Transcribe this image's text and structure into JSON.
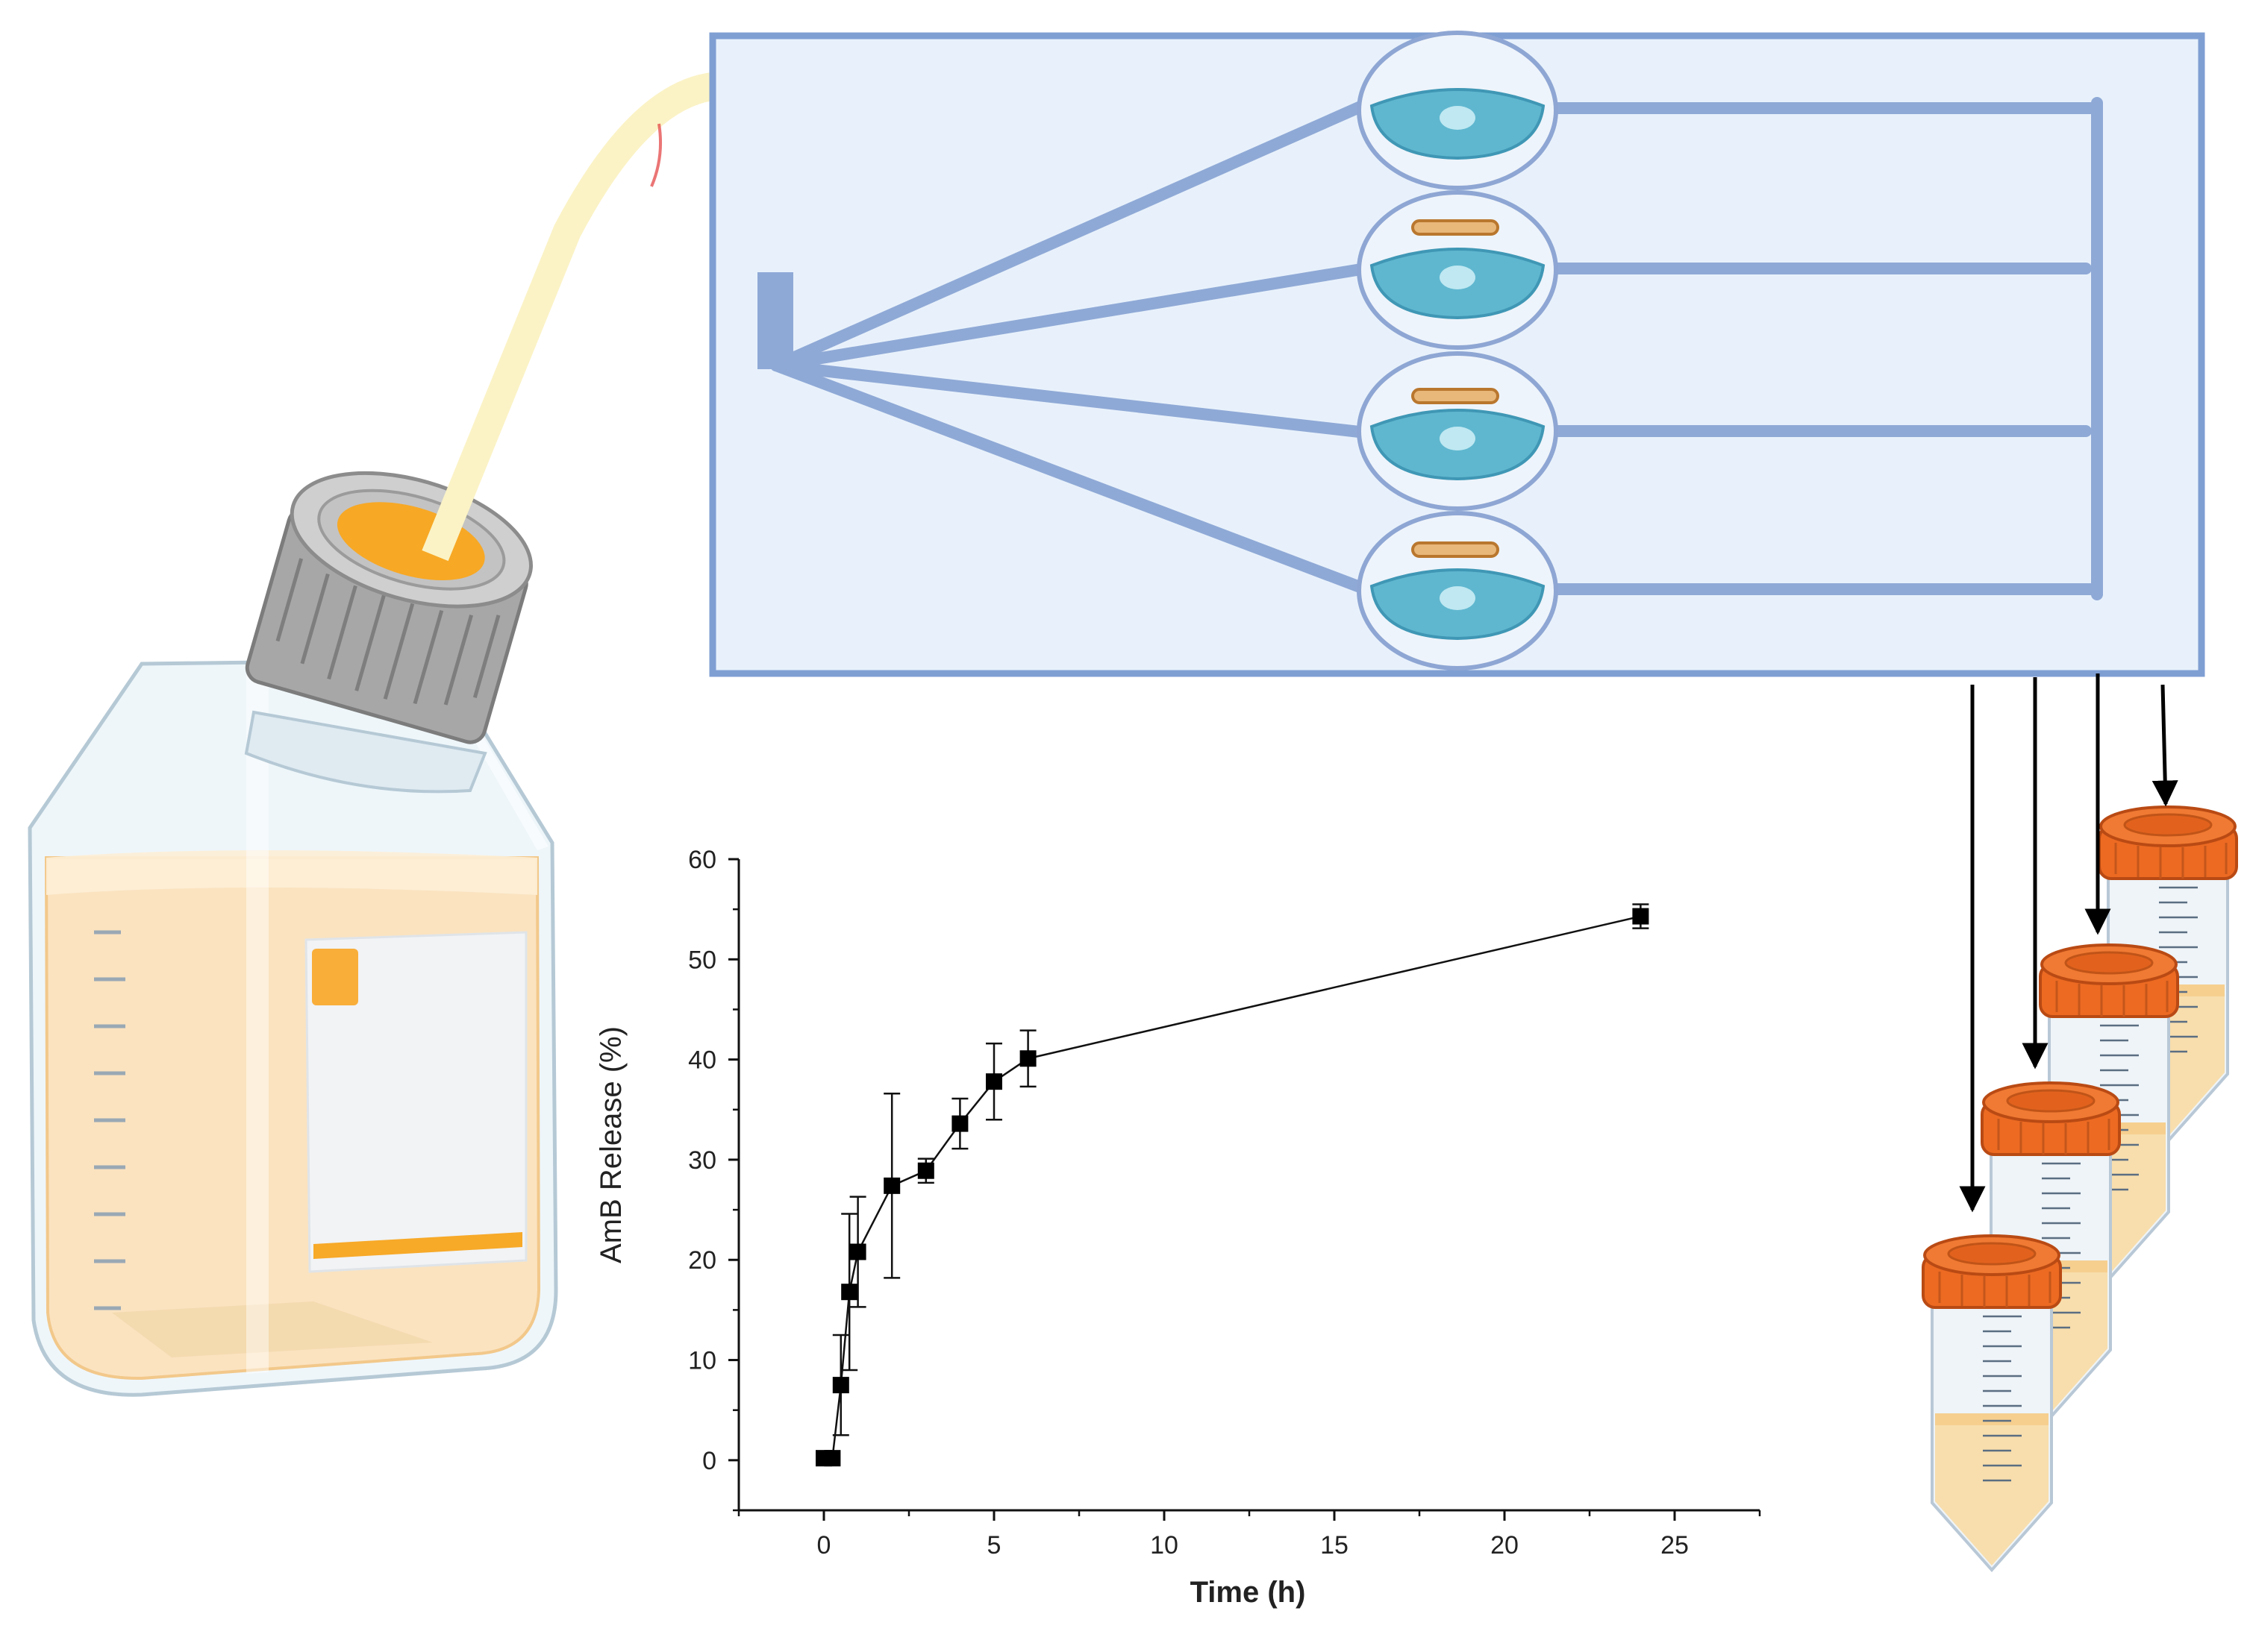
{
  "colors": {
    "chamber_fill": "#e8f1fb",
    "chamber_stroke": "#7f9fd3",
    "channel": "#8fa9d6",
    "lens": "#5fb7cf",
    "tube_cap": "#ec6a22",
    "medium": "#f8dca9",
    "bottle_cap": "#9a9a9a",
    "tube_feed": "#fbf3c6"
  },
  "icons": {
    "bottle": "media-bottle-icon",
    "chamber": "microfluidic-chamber-icon",
    "lens": "contact-lens-icon",
    "tube": "falcon-tube-icon"
  },
  "chart_data": {
    "type": "line",
    "xlabel": "Time (h)",
    "ylabel": "AmB Release (%)",
    "xlim": [
      -2.5,
      27.5
    ],
    "ylim": [
      -5,
      60
    ],
    "x_ticks": [
      0,
      5,
      10,
      15,
      20,
      25
    ],
    "y_ticks": [
      0,
      10,
      20,
      30,
      40,
      50,
      60
    ],
    "grid": false,
    "marker": "square",
    "series": [
      {
        "points": [
          {
            "x": 0,
            "y": 0.2,
            "err": 0
          },
          {
            "x": 0.25,
            "y": 0.2,
            "err": 0
          },
          {
            "x": 0.5,
            "y": 7.5,
            "err": 5
          },
          {
            "x": 0.75,
            "y": 16.8,
            "err": 7.8
          },
          {
            "x": 1,
            "y": 20.8,
            "err": 5.5
          },
          {
            "x": 2,
            "y": 27.4,
            "err": 9.2
          },
          {
            "x": 3,
            "y": 28.9,
            "err": 1.2
          },
          {
            "x": 4,
            "y": 33.6,
            "err": 2.5
          },
          {
            "x": 5,
            "y": 37.8,
            "err": 3.8
          },
          {
            "x": 6,
            "y": 40.1,
            "err": 2.8
          },
          {
            "x": 24,
            "y": 54.3,
            "err": 1.2
          }
        ]
      }
    ]
  }
}
